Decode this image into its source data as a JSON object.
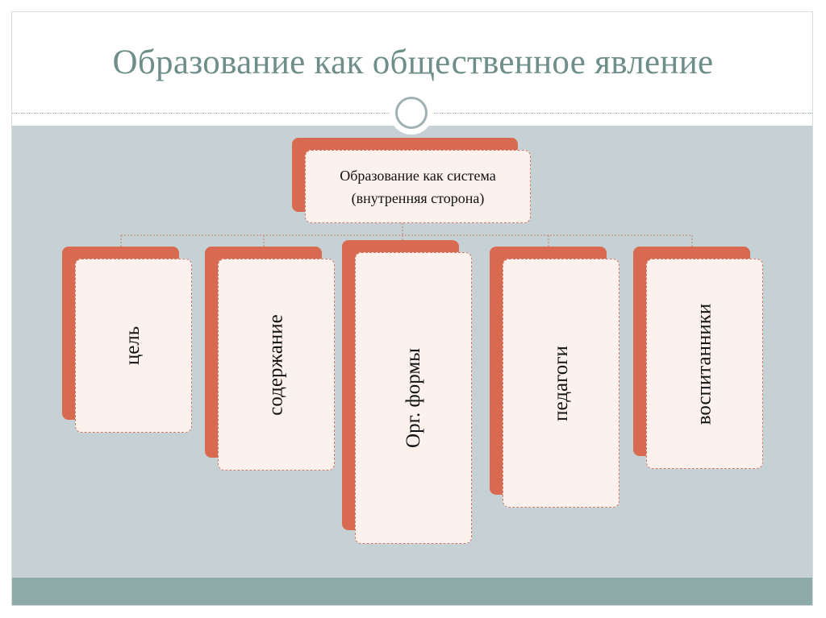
{
  "slide": {
    "title": "Образование как общественное явление"
  },
  "diagram": {
    "root": {
      "line1": "Образование как система",
      "line2": "(внутренняя сторона)"
    },
    "children": [
      {
        "label": "цель"
      },
      {
        "label": "содержание"
      },
      {
        "label": "Орг. формы"
      },
      {
        "label": "педагоги"
      },
      {
        "label": "воспитанники"
      }
    ]
  },
  "colors": {
    "card_accent": "#d86a52",
    "card_fill": "#fdf1ee",
    "content_background": "#c5d1d4",
    "title_color": "#6e8e89"
  }
}
